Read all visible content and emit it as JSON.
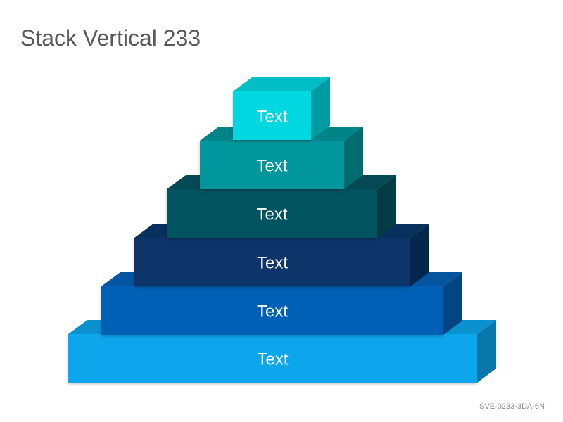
{
  "slide": {
    "title": "Stack Vertical 233",
    "code": "SVE-0233-3DA-6N"
  },
  "stack": {
    "levels": [
      {
        "label": "Text",
        "color": "#00d7e1"
      },
      {
        "label": "Text",
        "color": "#00969b"
      },
      {
        "label": "Text",
        "color": "#04535f"
      },
      {
        "label": "Text",
        "color": "#09366a"
      },
      {
        "label": "Text",
        "color": "#0460b5"
      },
      {
        "label": "Text",
        "color": "#0ba5ec"
      }
    ]
  }
}
